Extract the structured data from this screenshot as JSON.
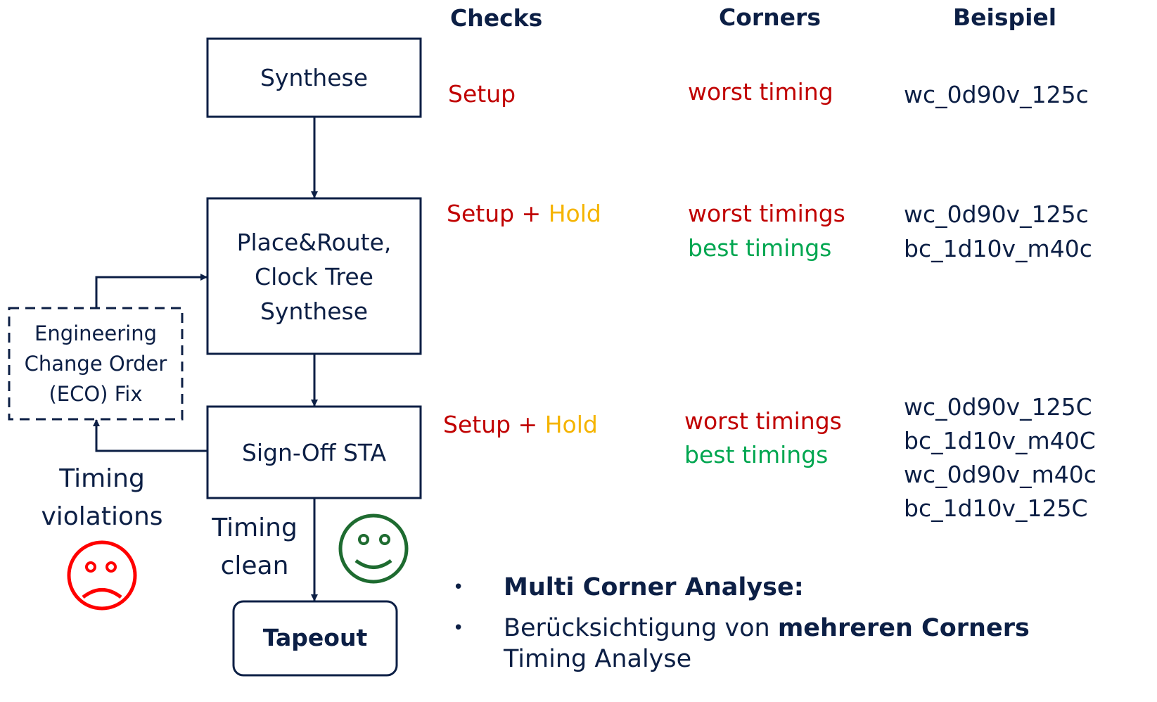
{
  "headers": {
    "checks": "Checks",
    "corners": "Corners",
    "example": "Beispiel"
  },
  "flow": {
    "synthese": "Synthese",
    "pnr_line1": "Place&Route,",
    "pnr_line2": "Clock Tree",
    "pnr_line3": "Synthese",
    "signoff": "Sign-Off STA",
    "tapeout": "Tapeout",
    "eco_line1": "Engineering",
    "eco_line2": "Change Order",
    "eco_line3": "(ECO) Fix",
    "violations_line1": "Timing",
    "violations_line2": "violations",
    "clean_line1": "Timing",
    "clean_line2": "clean"
  },
  "rows": [
    {
      "check": "Setup",
      "corners": [
        "worst timing"
      ],
      "examples": [
        "wc_0d90v_125c"
      ]
    },
    {
      "check": "Setup",
      "check_plus": " + ",
      "check_extra": "Hold",
      "corners": [
        "worst timings",
        "best timings"
      ],
      "examples": [
        "wc_0d90v_125c",
        "bc_1d10v_m40c"
      ]
    },
    {
      "check": "Setup",
      "check_plus": " + ",
      "check_extra": "Hold",
      "corners": [
        "worst timings",
        "best timings"
      ],
      "examples": [
        "wc_0d90v_125C",
        "bc_1d10v_m40C",
        "wc_0d90v_m40c",
        "bc_1d10v_125C"
      ]
    }
  ],
  "bullets": {
    "b1": "Multi Corner Analyse:",
    "b2_pre": "Berücksichtigung von ",
    "b2_bold": "mehreren Corners",
    "b2_line2": "Timing Analyse"
  },
  "icons": {
    "sad": "sad-face-icon",
    "happy": "happy-face-icon"
  },
  "colors": {
    "navy": "#0c1f45",
    "red": "#c00000",
    "gold": "#f5b400",
    "green": "#00a650",
    "blue": "#0070c0",
    "sadRed": "#ff0000",
    "happyGreen": "#1e6b30"
  }
}
